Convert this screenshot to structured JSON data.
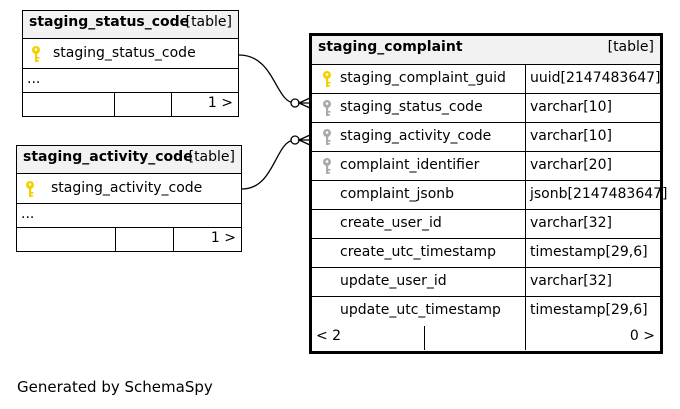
{
  "tables": {
    "status": {
      "name": "staging_status_code",
      "type_label": "[table]",
      "column": "staging_status_code",
      "ellipsis": "...",
      "children_count": "1 >"
    },
    "activity": {
      "name": "staging_activity_code",
      "type_label": "[table]",
      "column": "staging_activity_code",
      "ellipsis": "...",
      "children_count": "1 >"
    },
    "complaint": {
      "name": "staging_complaint",
      "type_label": "[table]",
      "columns": [
        {
          "name": "staging_complaint_guid",
          "type": "uuid[2147483647]",
          "key": "primary"
        },
        {
          "name": "staging_status_code",
          "type": "varchar[10]",
          "key": "foreign"
        },
        {
          "name": "staging_activity_code",
          "type": "varchar[10]",
          "key": "foreign"
        },
        {
          "name": "complaint_identifier",
          "type": "varchar[20]",
          "key": "foreign"
        },
        {
          "name": "complaint_jsonb",
          "type": "jsonb[2147483647]",
          "key": "none"
        },
        {
          "name": "create_user_id",
          "type": "varchar[32]",
          "key": "none"
        },
        {
          "name": "create_utc_timestamp",
          "type": "timestamp[29,6]",
          "key": "none"
        },
        {
          "name": "update_user_id",
          "type": "varchar[32]",
          "key": "none"
        },
        {
          "name": "update_utc_timestamp",
          "type": "timestamp[29,6]",
          "key": "none"
        }
      ],
      "parents_count": "< 2",
      "children_count": "0 >"
    }
  },
  "colors": {
    "primary_key": "#f5d000",
    "foreign_key": "#aaaaaa"
  },
  "footer": "Generated by SchemaSpy"
}
